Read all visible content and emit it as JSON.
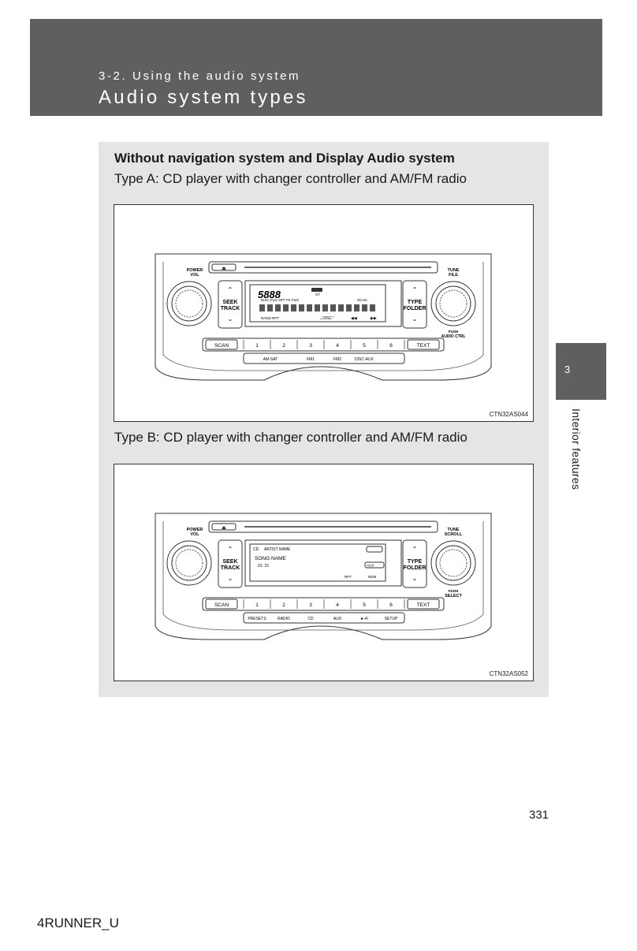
{
  "header": {
    "section": "3-2. Using the audio system",
    "title": "Audio system types"
  },
  "side_tab": {
    "number": "3",
    "label": "Interior features"
  },
  "panel": {
    "heading": "Without navigation system and Display Audio system",
    "type_a": "Type A: CD player with changer controller and AM/FM radio",
    "type_b": "Type B: CD player with changer controller and AM/FM radio"
  },
  "figure_a": {
    "code": "CTN32AS044",
    "power_vol": [
      "POWER",
      "VOL"
    ],
    "tune": [
      "TUNE",
      "FILE"
    ],
    "seek": [
      "SEEK",
      "TRACK"
    ],
    "type_folder": [
      "TYPE",
      "FOLDER"
    ],
    "push": [
      "PUSH",
      "AUDIO CTRL"
    ],
    "scan": "SCAN",
    "text": "TEXT",
    "presets": [
      "1",
      "2",
      "3",
      "4",
      "5",
      "6"
    ],
    "sub_labels": [
      "AM-SAT",
      "FM1",
      "FM2",
      "DISC-AUX"
    ],
    "display": {
      "big": "5888",
      "st": "ST",
      "flags": "DISC   FLD  ART  TR  FILE",
      "scan": "SCAN",
      "bottom": "RAND   RPT"
    }
  },
  "figure_b": {
    "code": "CTN32AS052",
    "power_vol": [
      "POWER",
      "VOL"
    ],
    "tune": [
      "TUNE",
      "SCROLL"
    ],
    "seek": [
      "SEEK",
      "TRACK"
    ],
    "type_folder": [
      "TYPE",
      "FOLDER"
    ],
    "push": [
      "PUSH",
      "SELECT"
    ],
    "scan": "SCAN",
    "text": "TEXT",
    "presets": [
      "1",
      "2",
      "3",
      "4",
      "5",
      "6"
    ],
    "sub_labels": [
      "PRESETS",
      "RADIO",
      "CD",
      "AUX",
      "►•II",
      "SETUP"
    ],
    "display": {
      "artist": "ARTIST NAME",
      "song": "SONG NAME",
      "time": "01: 15",
      "cd": "CD",
      "aux": "AUX",
      "rpt": "RPT",
      "rdm": "RDM"
    }
  },
  "page_number": "331",
  "footer": "4RUNNER_U"
}
